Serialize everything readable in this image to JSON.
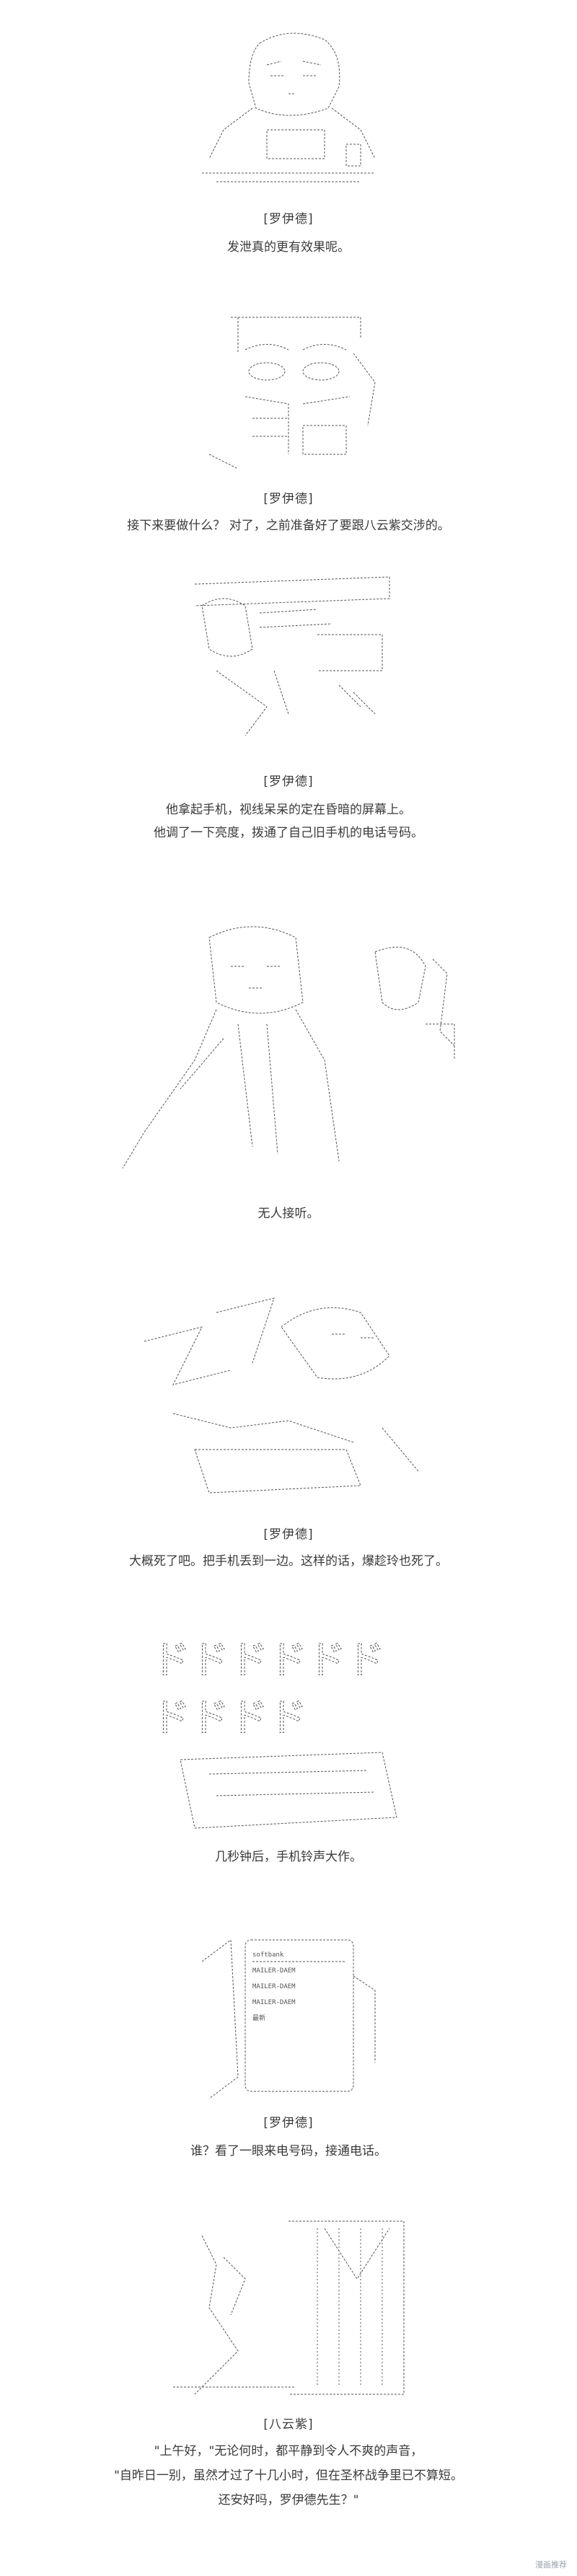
{
  "panels": [
    {
      "speaker": "[罗伊德]",
      "lines": [
        "发泄真的更有效果呢。"
      ]
    },
    {
      "speaker": "[罗伊德]",
      "lines": [
        "接下来要做什么？ 对了，之前准备好了要跟八云紫交涉的。"
      ]
    },
    {
      "speaker": "[罗伊德]",
      "lines": [
        "他拿起手机，视线呆呆的定在昏暗的屏幕上。",
        "他调了一下亮度，拨通了自己旧手机的电话号码。"
      ]
    },
    {
      "speaker": "",
      "lines": [
        "无人接听。"
      ]
    },
    {
      "speaker": "[罗伊德]",
      "lines": [
        "大概死了吧。把手机丢到一边。这样的话，爆趁玲也死了。"
      ]
    },
    {
      "speaker": "",
      "lines": [
        "几秒钟后，手机铃声大作。"
      ]
    },
    {
      "speaker": "[罗伊德]",
      "lines": [
        "谁？看了一眼来电号码，接通电话。"
      ]
    },
    {
      "speaker": "[八云紫]",
      "lines": [
        "\"上午好，\"无论何时，都平静到令人不爽的声音，",
        "\"自昨日一别，虽然才过了十几小时，但在圣杯战争里已不算短。",
        "还安好吗，罗伊德先生？\""
      ]
    }
  ],
  "phone_screen": {
    "header": "softbank",
    "items": [
      "MAILER-DAEM",
      "MAILER-DAEM",
      "MAILER-DAEM",
      "最新"
    ]
  },
  "sfx": [
    "ドドドドドド",
    "ドドドド"
  ],
  "watermark": "漫画推荐"
}
